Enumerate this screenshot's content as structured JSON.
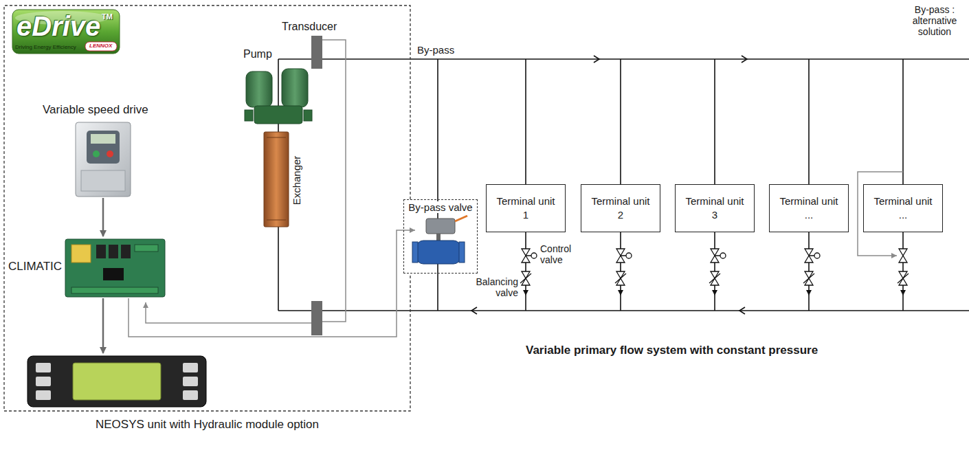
{
  "diagram": {
    "title": "Variable primary flow system with constant pressure",
    "nodes": [
      {
        "text": [
          "NEOSYS unit with Hydraulic module option"
        ]
      },
      {
        "text": [
          "By-pass valve"
        ]
      },
      {
        "text": [
          "Terminal unit 1"
        ]
      },
      {
        "text": [
          "Terminal unit 2"
        ]
      },
      {
        "text": [
          "Terminal unit 3"
        ]
      },
      {
        "text": [
          "Terminal unit ..."
        ]
      },
      {
        "text": [
          "Terminal unit ..."
        ]
      }
    ],
    "labels": [
      "eDrive",
      "TM",
      "Driving Energy Efficiency",
      "LENNOX",
      "Transducer",
      "Variable speed drive",
      "Pump",
      "By-pass",
      "By-pass : alternative solution",
      "Exchanger",
      "CLIMATIC",
      "Control valve",
      "Balancing valve"
    ]
  }
}
